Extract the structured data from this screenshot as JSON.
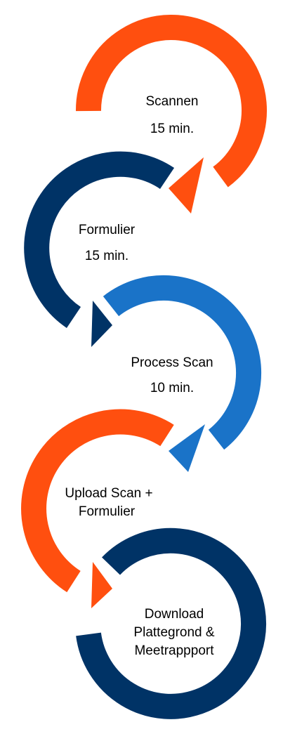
{
  "colors": {
    "orange": "#FF4F0F",
    "dark_blue": "#003366",
    "light_blue": "#1A73C8",
    "text": "#000000",
    "background": "#FFFFFF"
  },
  "steps": [
    {
      "lines": [
        "Scannen",
        "15 min."
      ],
      "color": "orange",
      "icon": "curved-arrow-icon"
    },
    {
      "lines": [
        "Formulier",
        "15 min."
      ],
      "color": "dark_blue",
      "icon": "curved-arrow-icon"
    },
    {
      "lines": [
        "Process Scan",
        "10 min."
      ],
      "color": "light_blue",
      "icon": "curved-arrow-icon"
    },
    {
      "lines": [
        "Upload Scan +",
        "Formulier"
      ],
      "color": "orange",
      "icon": "curved-arrow-icon"
    },
    {
      "lines": [
        "Download",
        "Plattegrond &",
        "Meetrappport"
      ],
      "color": "dark_blue",
      "icon": "ring-arc-icon"
    }
  ]
}
